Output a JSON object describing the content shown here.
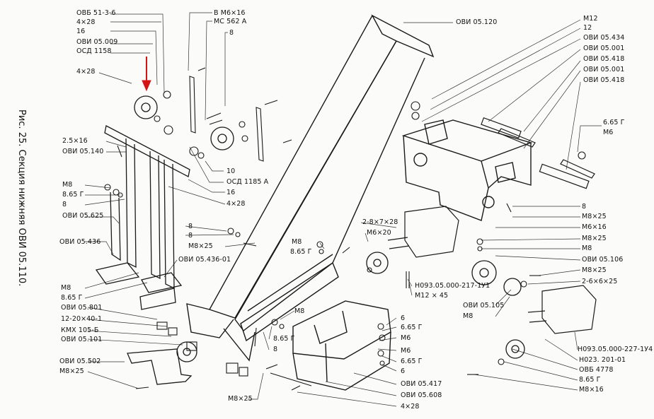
{
  "caption": "Рис. 25. Секция нижняя ОВИ 05.110.",
  "accent_color": "#d41414",
  "labels": {
    "l01": "ОВБ 51-3-6",
    "l02": "4×28",
    "l03": "16",
    "l04": "ОВИ 05.009",
    "l05": "ОСД 1158",
    "l06": "4×28",
    "l07": "В М6×16",
    "l08": "МС 562 А",
    "l09": "8",
    "l10": "ОВИ 05.120",
    "l11": "М12",
    "l12": "12",
    "l13": "ОВИ 05.434",
    "l14": "ОВИ 05.001",
    "l15": "ОВИ 05.418",
    "l16": "ОВИ 05.001",
    "l17": "ОВИ 05.418",
    "l18": "6.65 Г",
    "l19": "М6",
    "l20": "2.5×16",
    "l21": "ОВИ 05.140",
    "l22": "10",
    "l23": "ОСД 1185 А",
    "l24": "16",
    "l25": "4×28",
    "l26": "М8",
    "l27": "8.65 Г",
    "l28": "8",
    "l29": "ОВИ 05.625",
    "l30": "8",
    "l31": "8",
    "l32": "М8×25",
    "l33": "2-8×7×28",
    "l34": "М6×20",
    "l35": "М8",
    "l36": "8.65 Г",
    "l37": "8",
    "l38": "М8×25",
    "l39": "М6×16",
    "l40": "М8×25",
    "l41": "М8",
    "l42": "ОВИ 05.106",
    "l43": "ОВИ 05.436",
    "l44": "ОВИ 05.436-01",
    "l45": "М8",
    "l46": "8.65 Г",
    "l47": "ОВИ 05.801",
    "l48": "12-20×40-1",
    "l49": "КМХ 105-Б",
    "l50": "ОВИ 05.101",
    "l51": "Н093.05.000-217-1У1",
    "l52": "М12 × 45",
    "l53": "М8×25",
    "l54": "2-6×6×25",
    "l55": "ОВИ 05.105",
    "l56": "М8",
    "l57": "М8",
    "l58": "8.65 Г",
    "l59": "8",
    "l60": "6",
    "l61": "6.65 Г",
    "l62": "М6",
    "l63": "М6",
    "l64": "6.65 Г",
    "l65": "6",
    "l66": "ОВИ 05.502",
    "l67": "М8×25",
    "l68": "М8×25",
    "l69": "ОВИ 05.417",
    "l70": "ОВИ 05.608",
    "l71": "4×28",
    "l72": "Н093.05.000-227-1У4",
    "l73": "Н023. 201-01",
    "l74": "ОВБ 4778",
    "l75": "8.65 Г",
    "l76": "М8×16"
  }
}
